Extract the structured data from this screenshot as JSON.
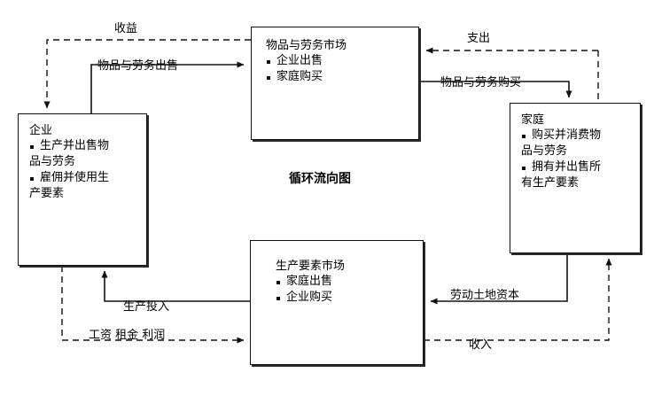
{
  "diagram": {
    "title": "循环流向图",
    "boxes": {
      "goods_market": {
        "title": "物品与劳务市场",
        "bullets": [
          "企业出售",
          "家庭购买"
        ]
      },
      "firms": {
        "title": "企业",
        "bullets": [
          "生产并出售物",
          "品与劳务",
          "雇佣并使用生",
          "产要素"
        ]
      },
      "households": {
        "title": "家庭",
        "bullets": [
          "购买并消费物",
          "品与劳务",
          "拥有并出售所",
          "有生产要素"
        ]
      },
      "factor_market": {
        "title": "生产要素市场",
        "bullets": [
          "家庭出售",
          "企业购买"
        ]
      }
    },
    "flow_labels": {
      "revenue": "收益",
      "goods_sold": "物品与劳务出售",
      "expenditure": "支出",
      "goods_bought": "物品与劳务购买",
      "production_inputs": "生产投入",
      "wages_rent_profit": "工资 租金 利润",
      "labor_land_capital": "劳动土地资本",
      "income": "收入"
    },
    "colors": {
      "line": "#111111",
      "background": "#ffffff",
      "text": "#000000"
    }
  }
}
